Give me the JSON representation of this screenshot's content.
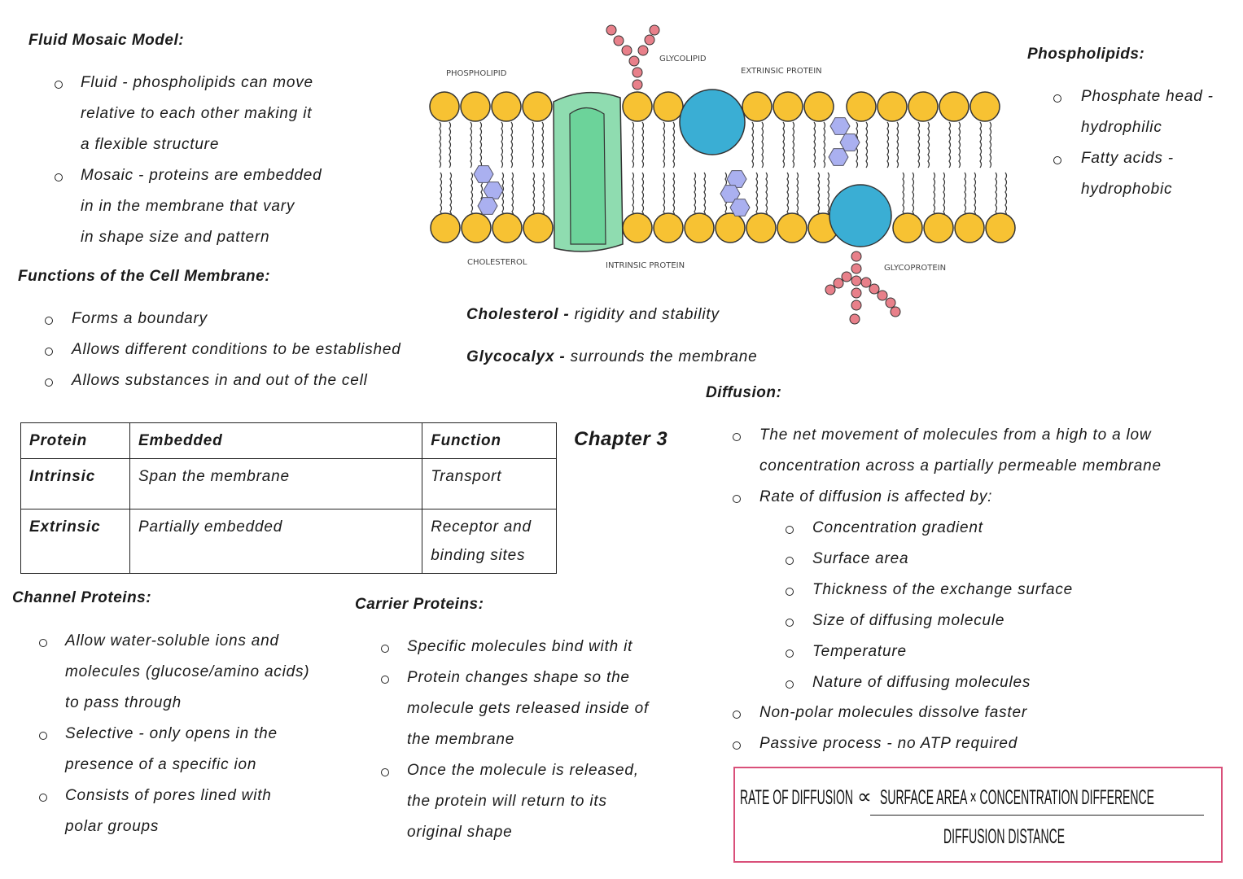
{
  "fluid_mosaic": {
    "heading": "Fluid Mosaic Model:",
    "bullets": [
      [
        "Fluid - phospholipids can move",
        "relative to each other making it",
        "a flexible structure"
      ],
      [
        "Mosaic - proteins are embedded",
        "in in the membrane that vary",
        "in shape size and pattern"
      ]
    ]
  },
  "functions": {
    "heading": "Functions of the Cell Membrane:",
    "bullets": [
      [
        "Forms a boundary"
      ],
      [
        "Allows different conditions to be established"
      ],
      [
        "Allows substances in and out of the cell"
      ]
    ]
  },
  "diagram": {
    "labels": {
      "phospholipid": "PHOSPHOLIPID",
      "glycolipid": "GLYCOLIPID",
      "extrinsic": "EXTRINSIC PROTEIN",
      "cholesterol": "CHOLESTEROL",
      "intrinsic": "INTRINSIC PROTEIN",
      "glycoprotein": "GLYCOPROTEIN"
    },
    "colors": {
      "head": "#f7c233",
      "protein_intrinsic": "#8fdcb0",
      "protein_extrinsic": "#3aaed4",
      "cholesterol": "#aab0f0",
      "sugar": "#e8808a"
    }
  },
  "notes": {
    "cholesterol_term": "Cholesterol -",
    "cholesterol_text": "rigidity and stability",
    "glycocalyx_term": "Glycocalyx -",
    "glycocalyx_text": "surrounds the membrane"
  },
  "phospholipids": {
    "heading": "Phospholipids:",
    "bullets": [
      [
        "Phosphate head -",
        "hydrophilic"
      ],
      [
        "Fatty acids -",
        "hydrophobic"
      ]
    ]
  },
  "chapter": "Chapter 3",
  "table": {
    "headers": [
      "Protein",
      "Embedded",
      "Function"
    ],
    "rows": [
      [
        "Intrinsic",
        "Span the membrane",
        "Transport"
      ],
      [
        "Extrinsic",
        "Partially embedded",
        "Receptor and binding sites"
      ]
    ]
  },
  "diffusion": {
    "heading": "Diffusion:",
    "bullets": [
      [
        "The net movement of molecules from a high to a low",
        "concentration across a partially permeable membrane"
      ],
      [
        "Rate of diffusion is affected by:"
      ]
    ],
    "factors": [
      "Concentration gradient",
      "Surface area",
      "Thickness of the exchange surface",
      "Size of diffusing molecule",
      "Temperature",
      "Nature of diffusing molecules"
    ],
    "more": [
      [
        "Non-polar molecules dissolve faster"
      ],
      [
        "Passive process - no ATP required"
      ]
    ]
  },
  "formula": {
    "lhs": "RATE OF DIFFUSION",
    "symbol": "∝",
    "numerator": "SURFACE AREA  ×  CONCENTRATION  DIFFERENCE",
    "denominator": "DIFFUSION DISTANCE",
    "border_color": "#d9507a"
  },
  "channel": {
    "heading": "Channel Proteins:",
    "bullets": [
      [
        "Allow water-soluble ions and",
        "molecules (glucose/amino acids)",
        "to pass through"
      ],
      [
        "Selective - only opens in the",
        "presence of a specific ion"
      ],
      [
        "Consists of pores lined with",
        "polar groups"
      ]
    ]
  },
  "carrier": {
    "heading": "Carrier Proteins:",
    "bullets": [
      [
        " Specific molecules bind with it"
      ],
      [
        "Protein changes shape so the",
        "molecule gets released inside of",
        "the membrane"
      ],
      [
        "Once the molecule is released,",
        "the protein will return to its",
        "original shape"
      ]
    ]
  }
}
